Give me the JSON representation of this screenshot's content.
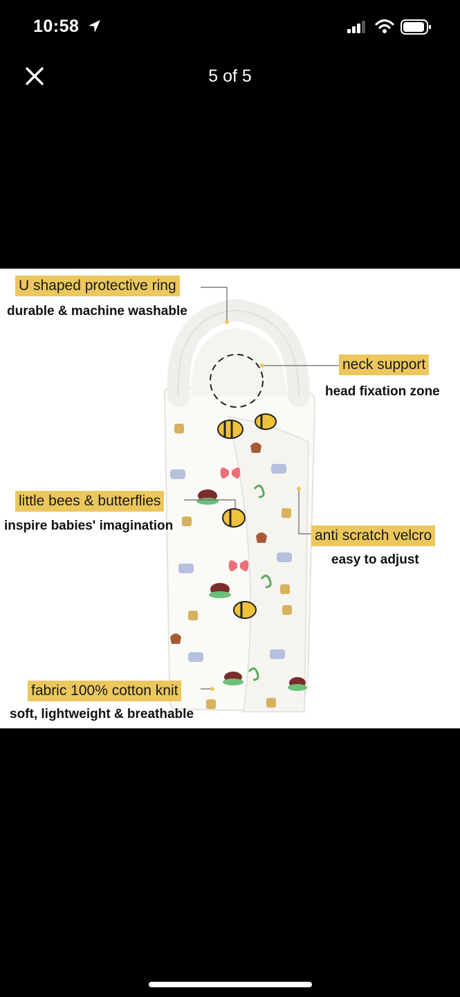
{
  "status_bar": {
    "time": "10:58"
  },
  "nav": {
    "counter": "5 of 5"
  },
  "product_image": {
    "callouts": [
      {
        "tag": "U shaped protective ring",
        "sub": "durable & machine washable"
      },
      {
        "tag": "neck support",
        "sub": "head fixation zone"
      },
      {
        "tag": "little bees & butterflies",
        "sub": "inspire babies' imagination"
      },
      {
        "tag": "anti scratch velcro",
        "sub": "easy to adjust"
      },
      {
        "tag": "fabric 100% cotton knit",
        "sub": "soft, lightweight & breathable"
      }
    ]
  },
  "colors": {
    "tag_bg": "#ecc75e",
    "background": "#000000",
    "image_bg": "#ffffff"
  }
}
